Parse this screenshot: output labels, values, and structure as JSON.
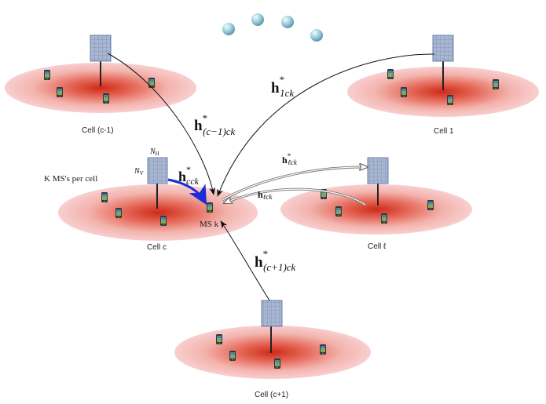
{
  "cells": {
    "c_minus_1": "Cell (c-1)",
    "one": "Cell 1",
    "c": "Cell c",
    "l": "Cell ℓ",
    "c_plus_1": "Cell (c+1)"
  },
  "channels": {
    "h_c_minus_1": {
      "base": "h",
      "sup": "*",
      "sub": "(c−1)ck"
    },
    "h_1": {
      "base": "h",
      "sup": "*",
      "sub": "1ck"
    },
    "h_cc": {
      "base": "h",
      "sup": "*",
      "sub": "cck"
    },
    "h_l_star": {
      "base": "h",
      "sup": "*",
      "sub": "ℓck"
    },
    "h_l": {
      "base": "h",
      "sub": "ℓck"
    },
    "h_c_plus_1": {
      "base": "h",
      "sup": "*",
      "sub": "(c+1)ck"
    }
  },
  "annotations": {
    "ms_k": "MS k",
    "ms_per_cell": "K MS's per cell",
    "nh": "N",
    "nh_sub": "H",
    "nv": "N",
    "nv_sub": "V"
  },
  "colors": {
    "cell_outer": "#f6c9c9",
    "cell_inner": "#d42a1a",
    "antenna": "#9fb0cc",
    "arrow": "#111111",
    "own_channel": "#1d2bd8",
    "double_arrow": "#777777",
    "dots": "#8fc8d8"
  }
}
